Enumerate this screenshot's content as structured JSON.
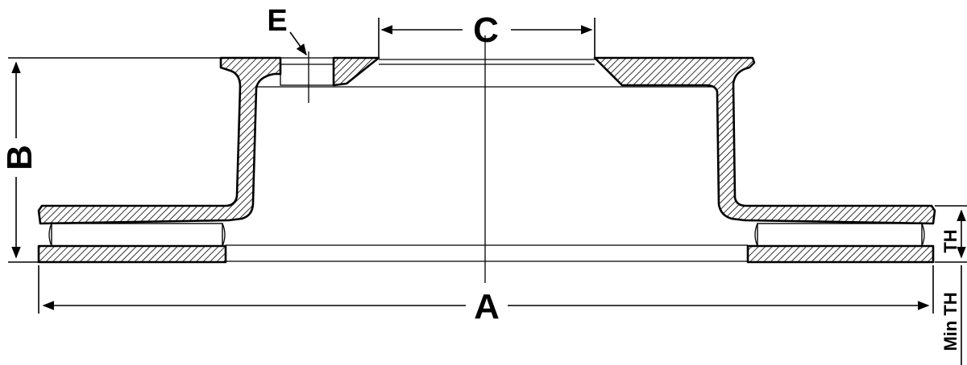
{
  "labels": {
    "A": "A",
    "B": "B",
    "C": "C",
    "E": "E",
    "TH": "TH",
    "MinTH": "Min TH"
  }
}
